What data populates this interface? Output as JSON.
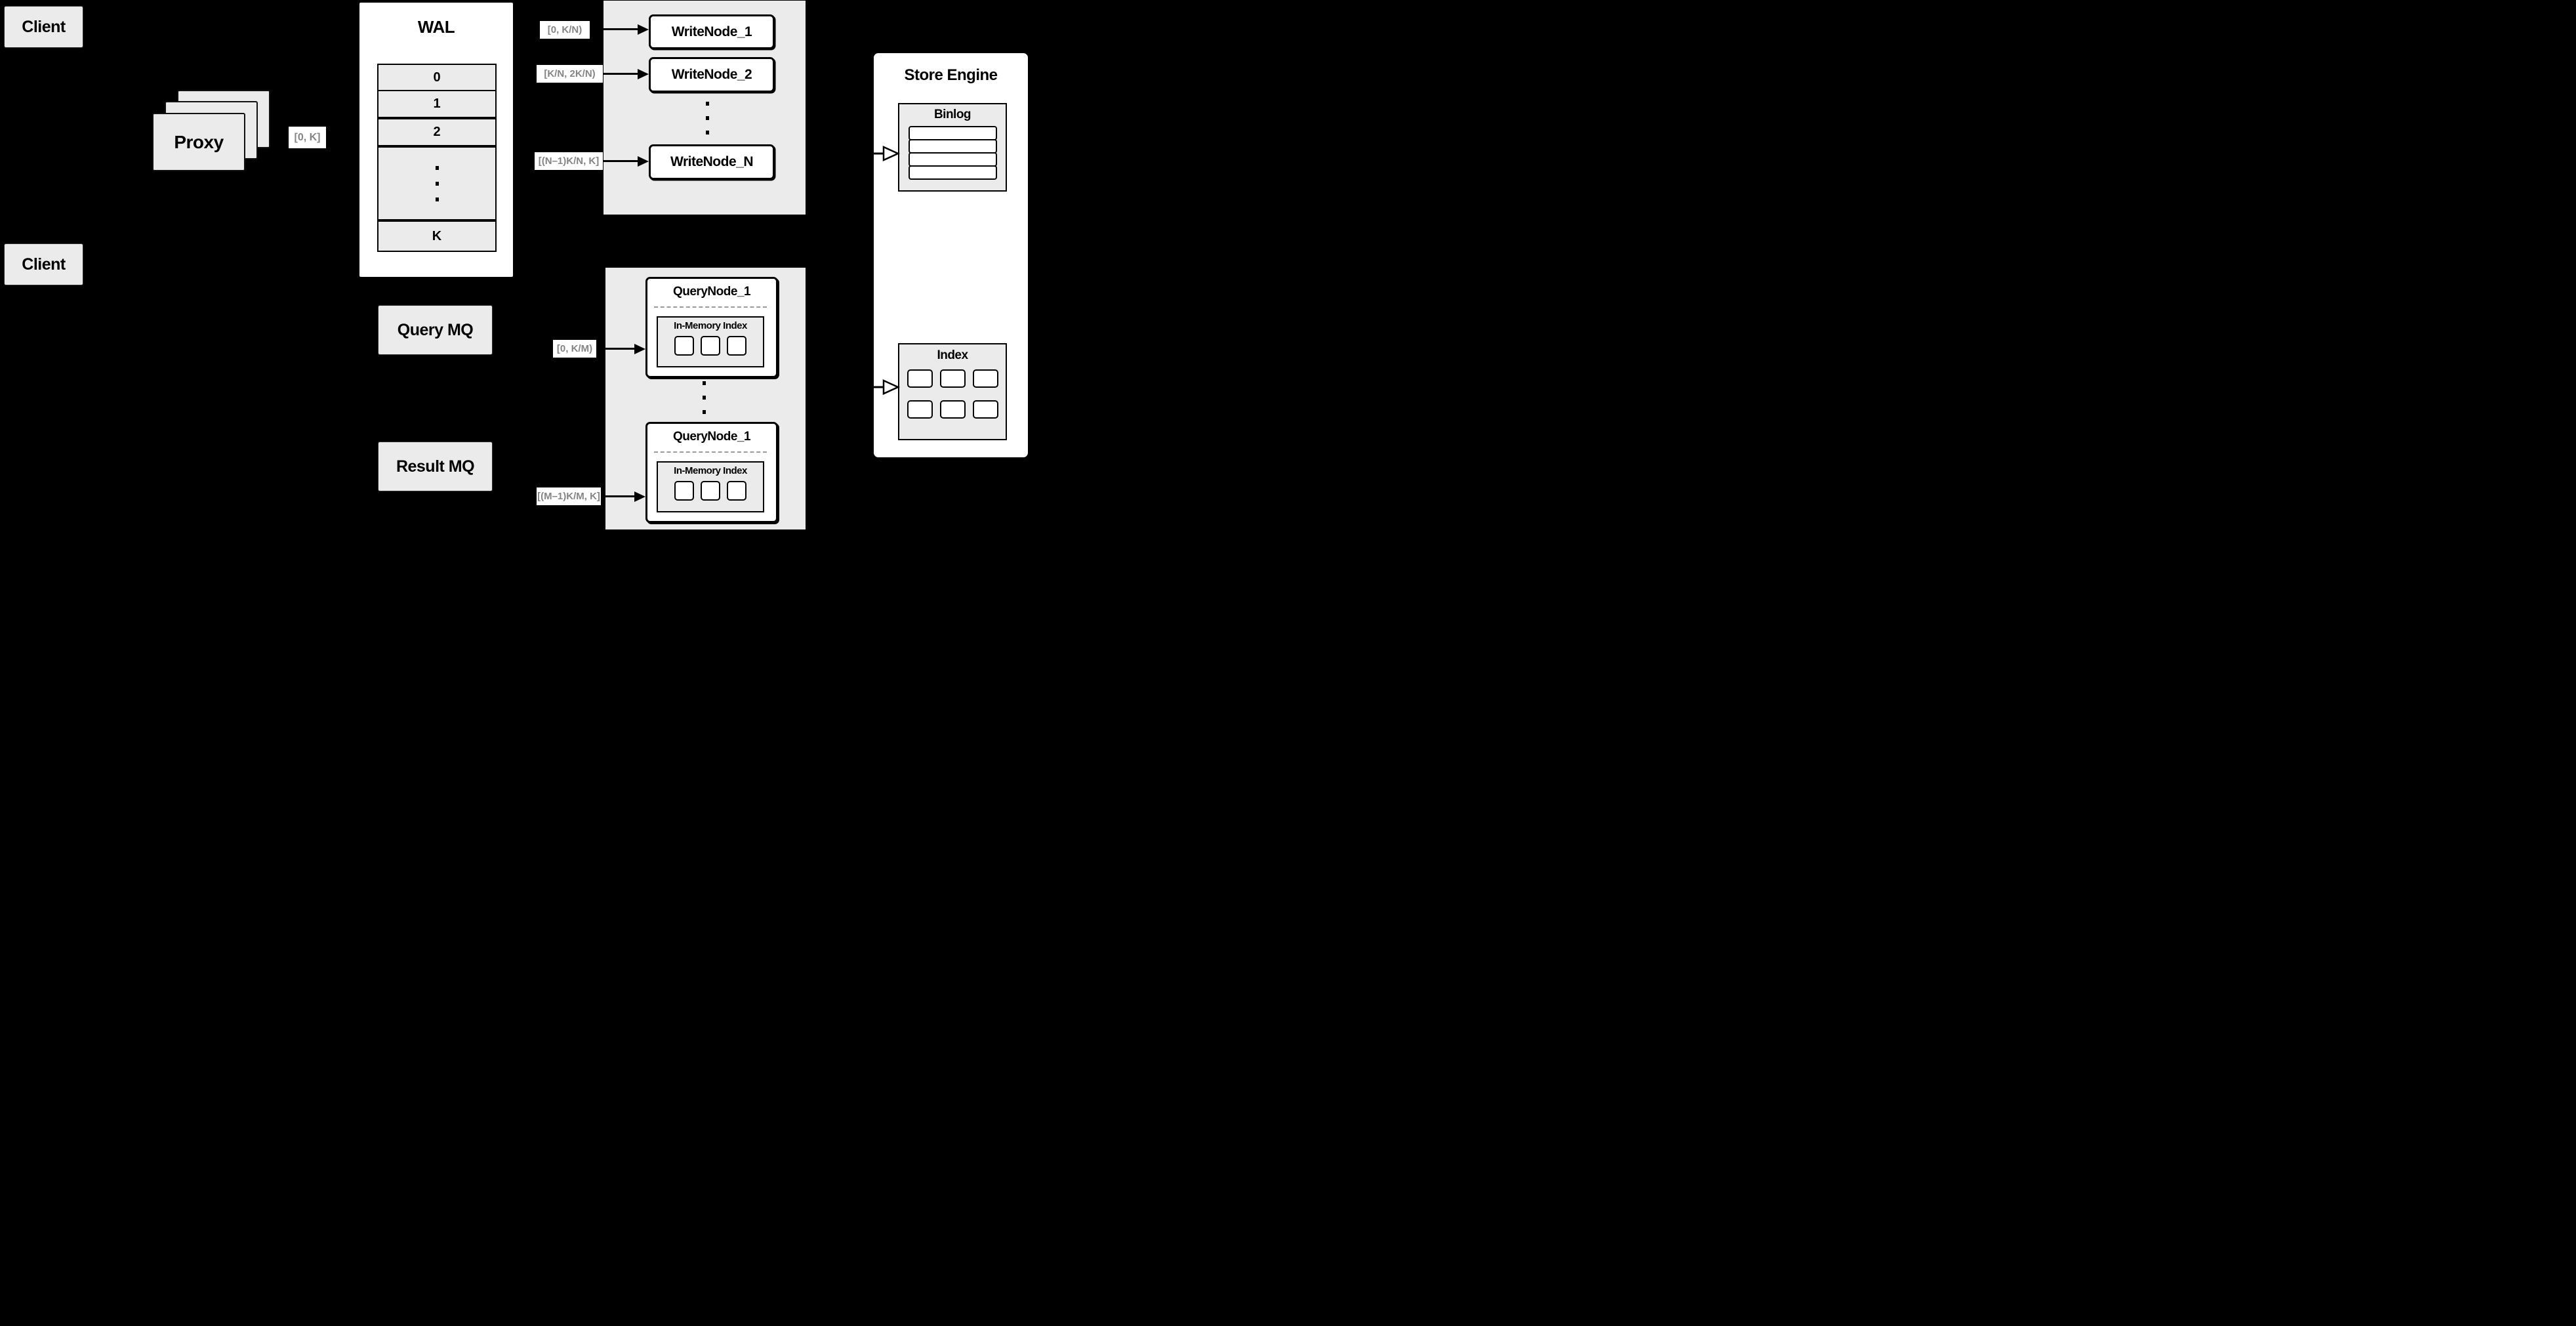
{
  "clients": [
    {
      "label": "Client"
    },
    {
      "label": "Client"
    }
  ],
  "proxy": {
    "label": "Proxy",
    "stack_count": 3
  },
  "range_labels": {
    "proxy": "[0, K]",
    "write": [
      "[0, K/N)",
      "[K/N, 2K/N)",
      "[(N–1)K/N, K]"
    ],
    "query": [
      "[0, K/M)",
      "[(M–1)K/M, K]"
    ]
  },
  "wal": {
    "title": "WAL",
    "segments": [
      "0",
      "1",
      "2",
      "K"
    ],
    "has_ellipsis": true
  },
  "write_cluster": {
    "nodes": [
      "WriteNode_1",
      "WriteNode_2",
      "WriteNode_N"
    ],
    "has_ellipsis": true
  },
  "queues": [
    {
      "label": "Query MQ"
    },
    {
      "label": "Result MQ"
    }
  ],
  "query_cluster": {
    "has_ellipsis": true,
    "nodes": [
      {
        "title": "QueryNode_1",
        "inner_title": "In-Memory Index",
        "cells": 3
      },
      {
        "title": "QueryNode_1",
        "inner_title": "In-Memory Index",
        "cells": 3
      }
    ]
  },
  "store_engine": {
    "title": "Store Engine",
    "binlog": {
      "title": "Binlog",
      "rows": 4
    },
    "index": {
      "title": "Index",
      "cells": 6
    }
  },
  "colors": {
    "background": "#000000",
    "panel_gray": "#ebebeb",
    "node_fill": "#ffffff",
    "border": "#000000",
    "label_text": "#848484",
    "dashed_divider": "#9a9a9a"
  }
}
